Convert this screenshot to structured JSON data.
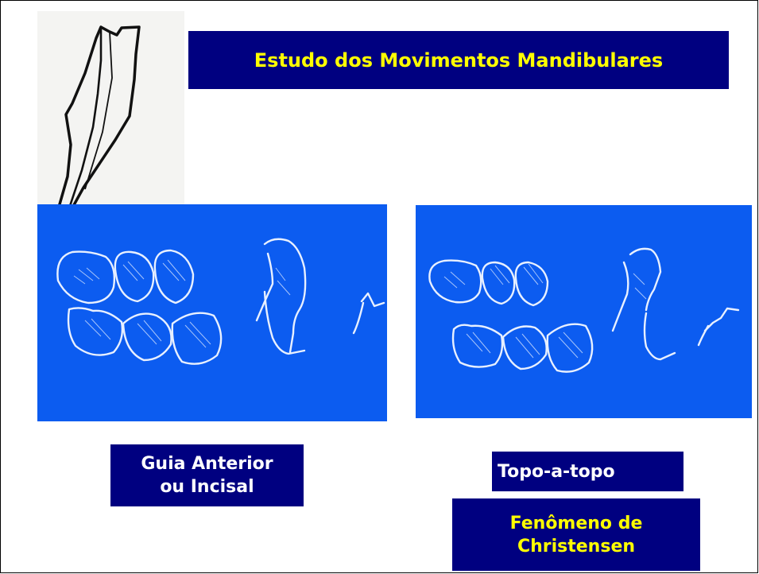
{
  "slide": {
    "title": "Estudo dos Movimentos Mandibulares",
    "captions": {
      "guide": "Guia Anterior\nou Incisal",
      "edge": "Topo-a-topo",
      "phenomenon": "Fenômeno de\nChristensen"
    }
  },
  "colors": {
    "title_bg": "#000080",
    "title_text": "#ffff00",
    "photo_bg": "#0c5cf0",
    "sketch": "#e8f0ff"
  },
  "icons": {
    "incisor": "tooth-profile-drawing",
    "guide_drawing": "teeth-guide-sketch",
    "edge_drawing": "teeth-edge-to-edge-sketch"
  }
}
